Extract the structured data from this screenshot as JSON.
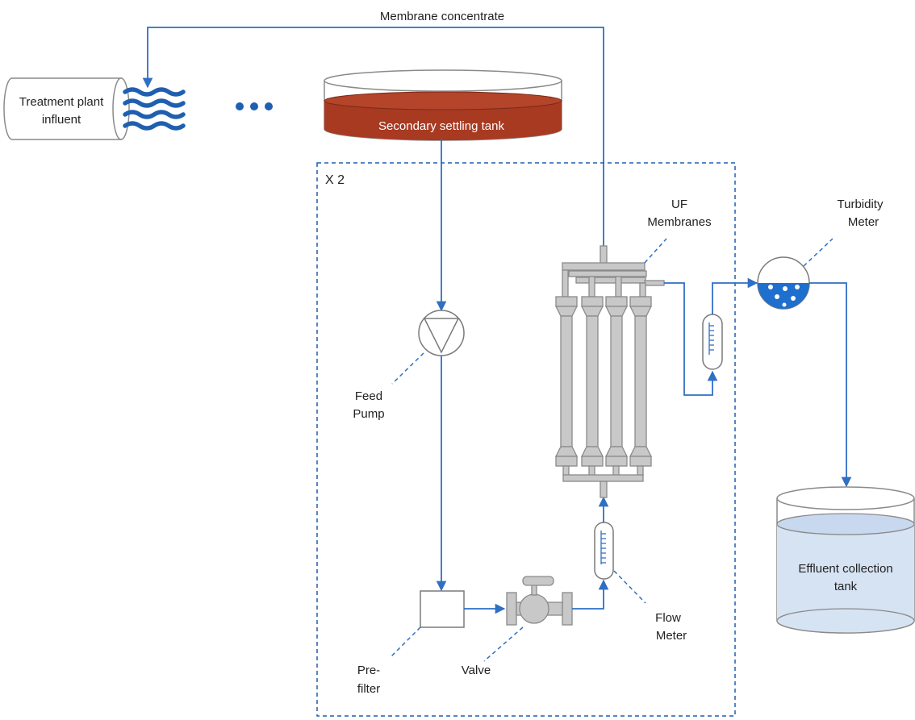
{
  "labels": {
    "membrane_concentrate": "Membrane concentrate",
    "influent_line1": "Treatment plant",
    "influent_line2": "influent",
    "settling_tank": "Secondary settling tank",
    "multiplier": "X 2",
    "uf_line1": "UF",
    "uf_line2": "Membranes",
    "turbidity_line1": "Turbidity",
    "turbidity_line2": "Meter",
    "feed_line1": "Feed",
    "feed_line2": "Pump",
    "flow_line1": "Flow",
    "flow_line2": "Meter",
    "prefilter_line1": "Pre-",
    "prefilter_line2": "filter",
    "valve": "Valve",
    "effluent_line1": "Effluent collection",
    "effluent_line2": "tank"
  },
  "colors": {
    "flow_line": "#2f6fc4",
    "tank_liquid": "#a83a22",
    "effluent_liquid": "#d6e3f3",
    "water_wave": "#1f5fb0",
    "equipment_grey": "#c8c8c8"
  }
}
